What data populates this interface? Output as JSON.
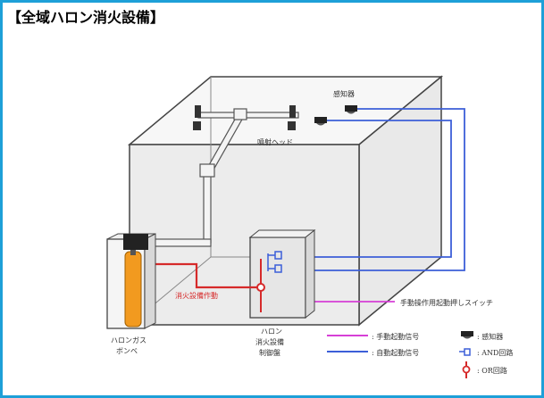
{
  "title": "【全域ハロン消火設備】",
  "labels": {
    "sensor": "感知器",
    "nozzle": "噴射ヘッド",
    "manual_switch": "手動操作用起動押しスイッチ",
    "activation": "消火設備作動",
    "cylinder_line1": "ハロンガス",
    "cylinder_line2": "ボンベ",
    "panel_title": "ハロン",
    "panel_line1": "ハロン",
    "panel_line2": "消火設備",
    "panel_line3": "制御盤"
  },
  "legend": {
    "manual_signal": ": 手動起動信号",
    "auto_signal": ": 自動起動信号",
    "sensor": ": 感知器",
    "and_circuit": ": AND回路",
    "or_circuit": ": OR回路"
  },
  "colors": {
    "border": "#1ea0d8",
    "manual": "#d63fd6",
    "auto": "#3c5fd8",
    "activation": "#d62a2a",
    "cylinder": "#f29a1f",
    "wall": "#e8e8e8",
    "edge": "#444444"
  }
}
